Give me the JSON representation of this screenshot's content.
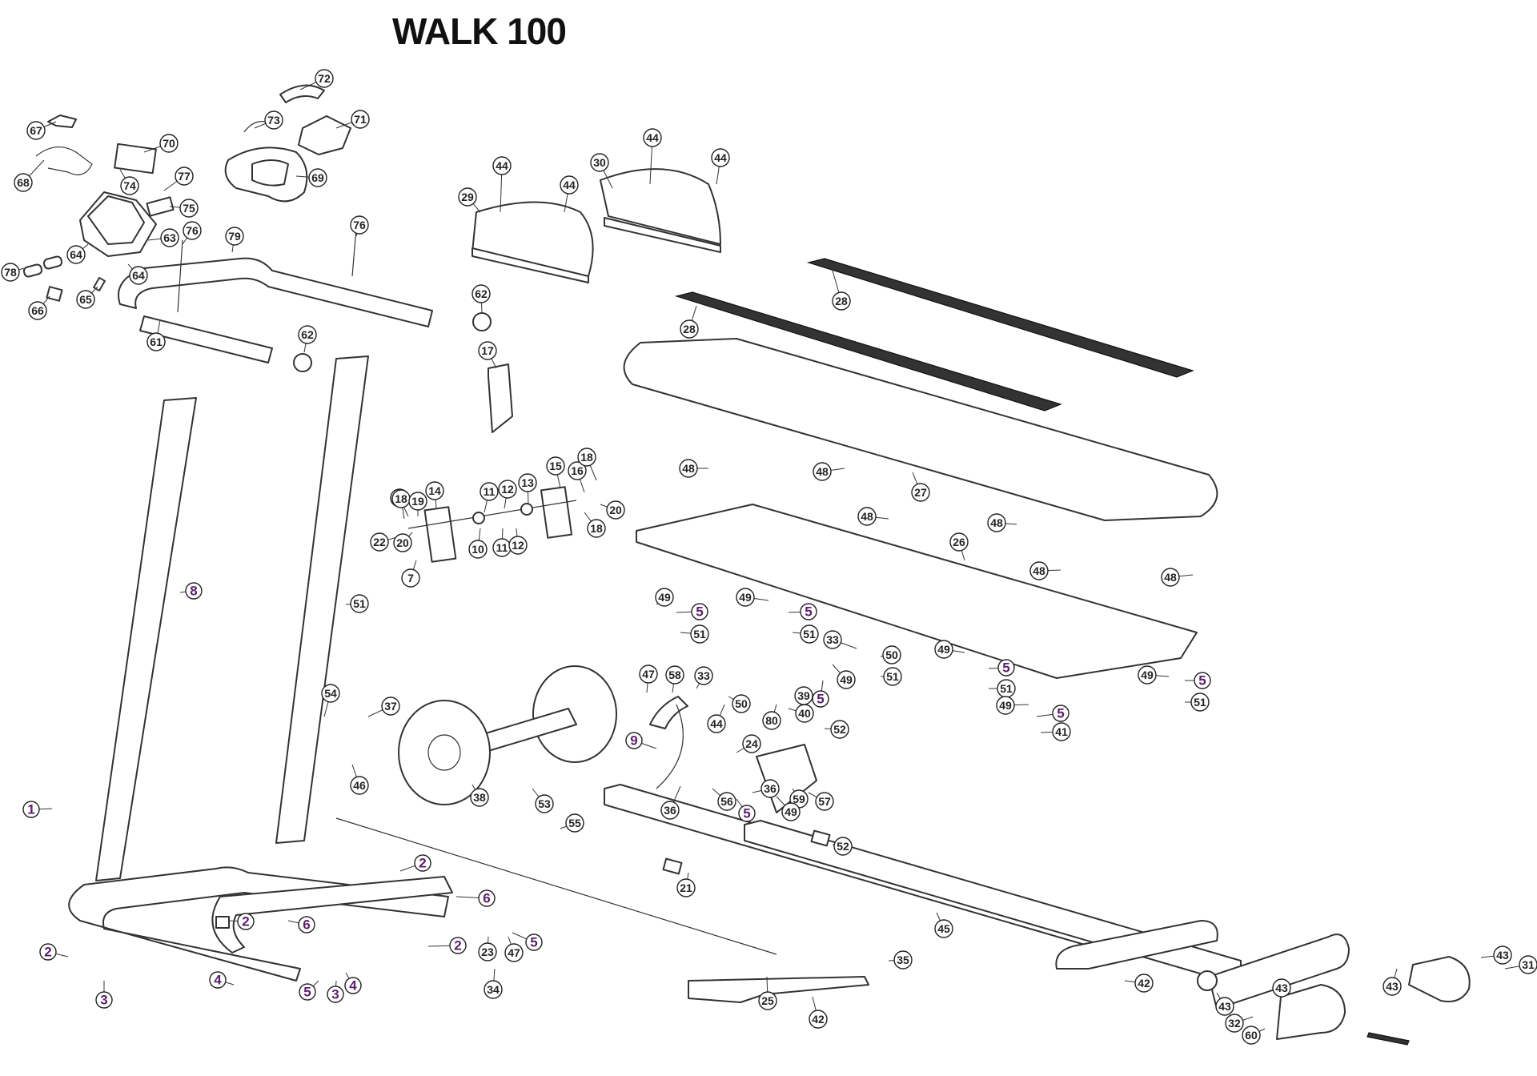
{
  "diagram": {
    "title": "WALK 100",
    "callouts": [
      {
        "label": "72",
        "purple": false
      },
      {
        "label": "73",
        "purple": false
      },
      {
        "label": "71",
        "purple": false
      },
      {
        "label": "67",
        "purple": false
      },
      {
        "label": "70",
        "purple": false
      },
      {
        "label": "69",
        "purple": false
      },
      {
        "label": "68",
        "purple": false
      },
      {
        "label": "74",
        "purple": false
      },
      {
        "label": "77",
        "purple": false
      },
      {
        "label": "75",
        "purple": false
      },
      {
        "label": "76",
        "purple": false
      },
      {
        "label": "79",
        "purple": false
      },
      {
        "label": "63",
        "purple": false
      },
      {
        "label": "64",
        "purple": false
      },
      {
        "label": "64",
        "purple": false
      },
      {
        "label": "78",
        "purple": false
      },
      {
        "label": "65",
        "purple": false
      },
      {
        "label": "66",
        "purple": false
      },
      {
        "label": "61",
        "purple": false
      },
      {
        "label": "76",
        "purple": false
      },
      {
        "label": "62",
        "purple": false
      },
      {
        "label": "62",
        "purple": false
      },
      {
        "label": "44",
        "purple": false
      },
      {
        "label": "44",
        "purple": false
      },
      {
        "label": "29",
        "purple": false
      },
      {
        "label": "44",
        "purple": false
      },
      {
        "label": "30",
        "purple": false
      },
      {
        "label": "44",
        "purple": false
      },
      {
        "label": "28",
        "purple": false
      },
      {
        "label": "28",
        "purple": false
      },
      {
        "label": "17",
        "purple": false
      },
      {
        "label": "27",
        "purple": false
      },
      {
        "label": "48",
        "purple": false
      },
      {
        "label": "48",
        "purple": false
      },
      {
        "label": "48",
        "purple": false
      },
      {
        "label": "48",
        "purple": false
      },
      {
        "label": "48",
        "purple": false
      },
      {
        "label": "48",
        "purple": false
      },
      {
        "label": "26",
        "purple": false
      },
      {
        "label": "18",
        "purple": false
      },
      {
        "label": "15",
        "purple": false
      },
      {
        "label": "16",
        "purple": false
      },
      {
        "label": "20",
        "purple": false
      },
      {
        "label": "18",
        "purple": false
      },
      {
        "label": "13",
        "purple": false
      },
      {
        "label": "11",
        "purple": false
      },
      {
        "label": "12",
        "purple": false
      },
      {
        "label": "14",
        "purple": false
      },
      {
        "label": "18",
        "purple": false
      },
      {
        "label": "19",
        "purple": false
      },
      {
        "label": "22",
        "purple": false
      },
      {
        "label": "20",
        "purple": false
      },
      {
        "label": "10",
        "purple": false
      },
      {
        "label": "11",
        "purple": false
      },
      {
        "label": "12",
        "purple": false
      },
      {
        "label": "18",
        "purple": false
      },
      {
        "label": "7",
        "purple": false
      },
      {
        "label": "8",
        "purple": true
      },
      {
        "label": "51",
        "purple": false
      },
      {
        "label": "49",
        "purple": false
      },
      {
        "label": "5",
        "purple": true
      },
      {
        "label": "51",
        "purple": false
      },
      {
        "label": "49",
        "purple": false
      },
      {
        "label": "5",
        "purple": true
      },
      {
        "label": "51",
        "purple": false
      },
      {
        "label": "49",
        "purple": false
      },
      {
        "label": "5",
        "purple": true
      },
      {
        "label": "33",
        "purple": false
      },
      {
        "label": "50",
        "purple": false
      },
      {
        "label": "51",
        "purple": false
      },
      {
        "label": "49",
        "purple": false
      },
      {
        "label": "5",
        "purple": true
      },
      {
        "label": "51",
        "purple": false
      },
      {
        "label": "49",
        "purple": false
      },
      {
        "label": "5",
        "purple": true
      },
      {
        "label": "51",
        "purple": false
      },
      {
        "label": "49",
        "purple": false
      },
      {
        "label": "5",
        "purple": true
      },
      {
        "label": "41",
        "purple": false
      },
      {
        "label": "47",
        "purple": false
      },
      {
        "label": "58",
        "purple": false
      },
      {
        "label": "33",
        "purple": false
      },
      {
        "label": "50",
        "purple": false
      },
      {
        "label": "44",
        "purple": false
      },
      {
        "label": "39",
        "purple": false
      },
      {
        "label": "40",
        "purple": false
      },
      {
        "label": "80",
        "purple": false
      },
      {
        "label": "52",
        "purple": false
      },
      {
        "label": "54",
        "purple": false
      },
      {
        "label": "37",
        "purple": false
      },
      {
        "label": "9",
        "purple": true
      },
      {
        "label": "24",
        "purple": false
      },
      {
        "label": "46",
        "purple": false
      },
      {
        "label": "38",
        "purple": false
      },
      {
        "label": "53",
        "purple": false
      },
      {
        "label": "55",
        "purple": false
      },
      {
        "label": "56",
        "purple": false
      },
      {
        "label": "59",
        "purple": false
      },
      {
        "label": "57",
        "purple": false
      },
      {
        "label": "49",
        "purple": false
      },
      {
        "label": "5",
        "purple": true
      },
      {
        "label": "36",
        "purple": false
      },
      {
        "label": "36",
        "purple": false
      },
      {
        "label": "52",
        "purple": false
      },
      {
        "label": "21",
        "purple": false
      },
      {
        "label": "1",
        "purple": true
      },
      {
        "label": "2",
        "purple": true
      },
      {
        "label": "6",
        "purple": true
      },
      {
        "label": "2",
        "purple": true
      },
      {
        "label": "2",
        "purple": true
      },
      {
        "label": "6",
        "purple": true
      },
      {
        "label": "2",
        "purple": true
      },
      {
        "label": "4",
        "purple": true
      },
      {
        "label": "3",
        "purple": true
      },
      {
        "label": "5",
        "purple": true
      },
      {
        "label": "5",
        "purple": true
      },
      {
        "label": "3",
        "purple": true
      },
      {
        "label": "4",
        "purple": true
      },
      {
        "label": "23",
        "purple": false
      },
      {
        "label": "47",
        "purple": false
      },
      {
        "label": "34",
        "purple": false
      },
      {
        "label": "45",
        "purple": false
      },
      {
        "label": "35",
        "purple": false
      },
      {
        "label": "25",
        "purple": false
      },
      {
        "label": "42",
        "purple": false
      },
      {
        "label": "42",
        "purple": false
      },
      {
        "label": "43",
        "purple": false
      },
      {
        "label": "43",
        "purple": false
      },
      {
        "label": "43",
        "purple": false
      },
      {
        "label": "43",
        "purple": false
      },
      {
        "label": "31",
        "purple": false
      },
      {
        "label": "32",
        "purple": false
      },
      {
        "label": "60",
        "purple": false
      }
    ]
  }
}
